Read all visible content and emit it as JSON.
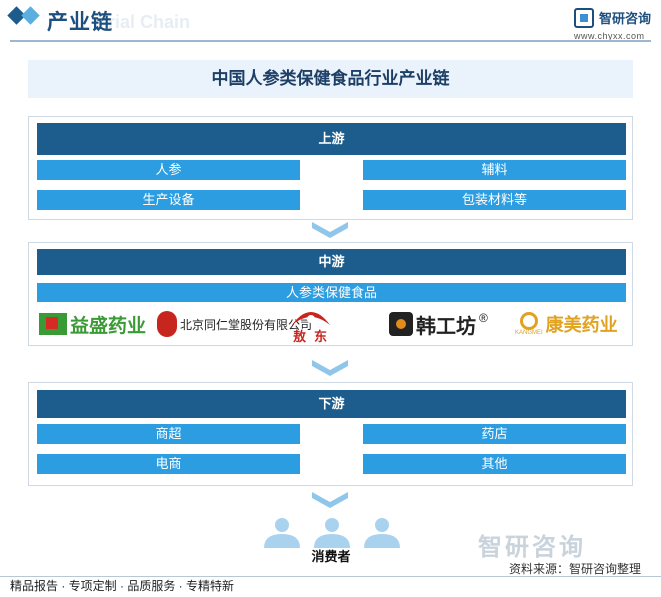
{
  "header": {
    "title": "产业链",
    "title_shadow": "rial Chain",
    "brand_name": "智研咨询",
    "brand_url": "www.chyxx.com"
  },
  "diagram_title": "中国人参类保健食品行业产业链",
  "upstream": {
    "label": "上游",
    "items": [
      "人参",
      "辅料",
      "生产设备",
      "包装材料等"
    ]
  },
  "midstream": {
    "label": "中游",
    "category": "人参类保健食品",
    "companies": [
      {
        "name": "益盛药业",
        "icon": "yisheng-logo-icon"
      },
      {
        "name": "北京同仁堂股份有限公司",
        "icon": "tongrentang-logo-icon"
      },
      {
        "name": "敖东",
        "icon": "aodong-logo-icon"
      },
      {
        "name": "韩工坊",
        "suffix": "®",
        "icon": "hangongfang-logo-icon"
      },
      {
        "name": "康美药业",
        "sub": "KANGMEI",
        "icon": "kangmei-logo-icon"
      }
    ]
  },
  "downstream": {
    "label": "下游",
    "items": [
      "商超",
      "药店",
      "电商",
      "其他"
    ]
  },
  "consumers": {
    "label": "消费者"
  },
  "source": "资料来源：智研咨询整理",
  "watermark": "智研咨询",
  "footer": "精品报告 · 专项定制 · 品质服务 · 专精特新",
  "colors": {
    "head_bar": "#1c5d8d",
    "item": "#2c9de0",
    "title_bg": "#eaf3fc",
    "arrow": "#8fc6ea",
    "people": "#a9d2ef"
  }
}
